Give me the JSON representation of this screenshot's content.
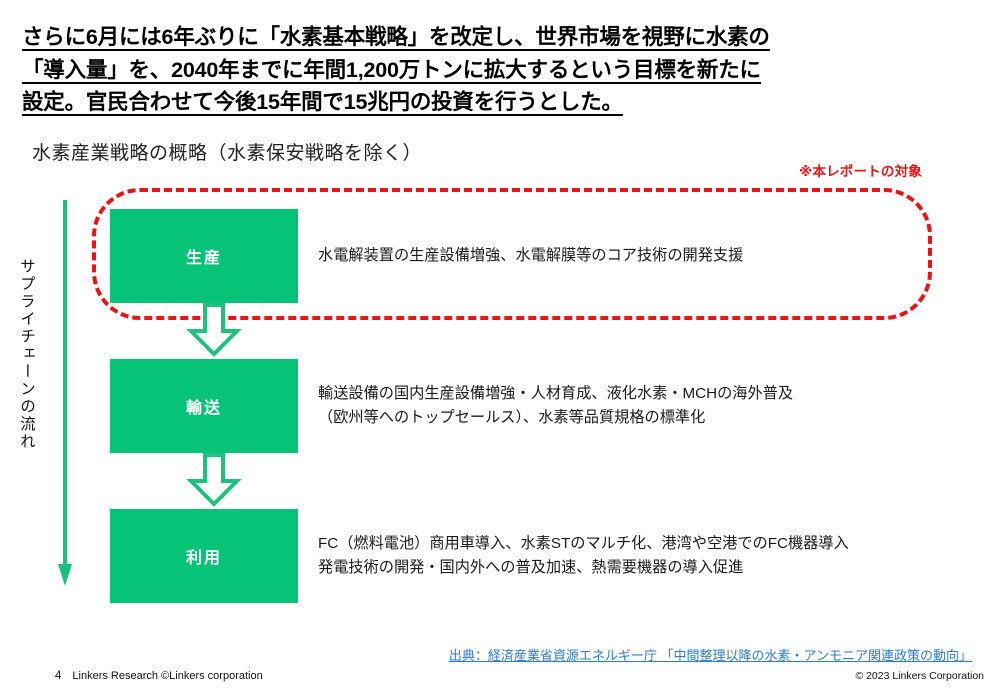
{
  "headline": {
    "lines": [
      "さらに6月には6年ぶりに「水素基本戦略」を改定し、世界市場を視野に水素の",
      "「導入量」を、2040年までに年間1,200万トンに拡大するという目標を新たに",
      "設定。官民合わせて今後15年間で15兆円の投資を行うとした。"
    ]
  },
  "subheading": "水素産業戦略の概略（水素保安戦略を除く）",
  "annotation": {
    "red_note": "※本レポートの対象",
    "red_note_color": "#ee1111"
  },
  "chain": {
    "axis_label": "サプライチェーンの流れ",
    "axis_color": "#17c27c"
  },
  "stages": [
    {
      "label": "生産",
      "desc_lines": [
        "水電解装置の生産設備増強、水電解膜等のコア技術の開発支援"
      ]
    },
    {
      "label": "輸送",
      "desc_lines": [
        "輸送設備の国内生産設備増強・人材育成、液化水素・MCHの海外普及",
        "（欧州等へのトップセールス）、水素等品質規格の標準化"
      ]
    },
    {
      "label": "利用",
      "desc_lines": [
        "FC（燃料電池）商用車導入、水素STのマルチ化、港湾や空港でのFC機器導入",
        "発電技術の開発・国内外への普及加速、熱需要機器の導入促進"
      ]
    }
  ],
  "box_color": "#06c377",
  "source": {
    "text": "出典：経済産業省資源エネルギー庁 「中間整理以降の水素・アンモニア関連政策の動向」",
    "color": "#2b7cd3"
  },
  "footer": {
    "page_number": "4",
    "left_text": "Linkers Research ©Linkers corporation",
    "right_text": "© 2023 Linkers Corporation"
  }
}
